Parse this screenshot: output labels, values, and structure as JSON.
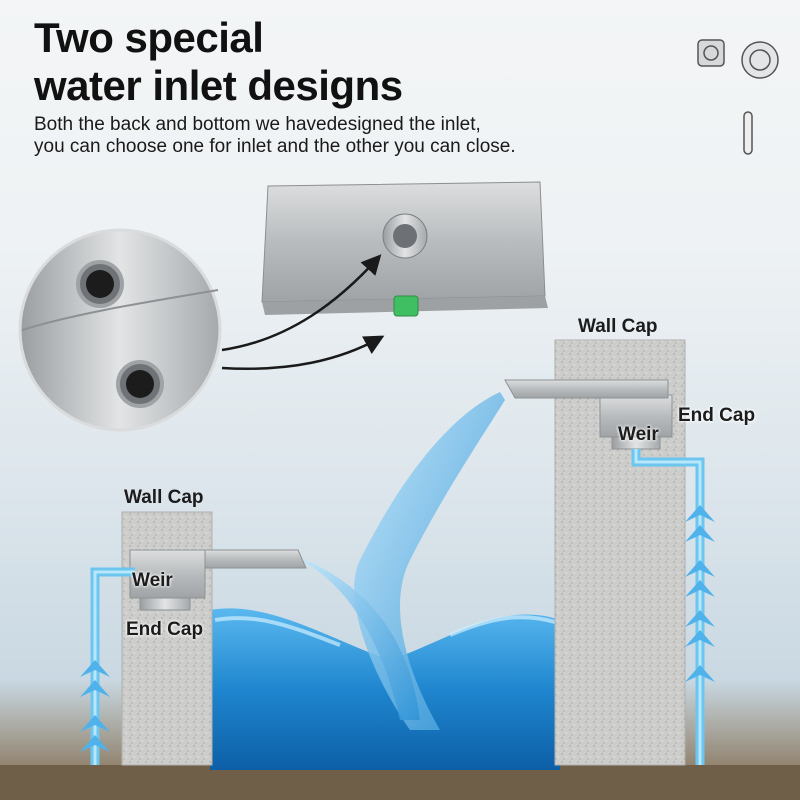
{
  "heading": {
    "line1": "Two special",
    "line2": "water inlet designs"
  },
  "description": {
    "line1": "Both the back and bottom we havedesigned the inlet,",
    "line2": "you can choose one for inlet and the other you can close."
  },
  "labels": {
    "right_wall_cap": "Wall Cap",
    "right_end_cap": "End Cap",
    "right_weir": "Weir",
    "left_wall_cap": "Wall Cap",
    "left_weir": "Weir",
    "left_end_cap": "End Cap"
  },
  "colors": {
    "water": "#2a8fd0",
    "pipe": "#6cc6f0",
    "steel": "#b5b8bb",
    "stone": "#cfcfcd"
  }
}
